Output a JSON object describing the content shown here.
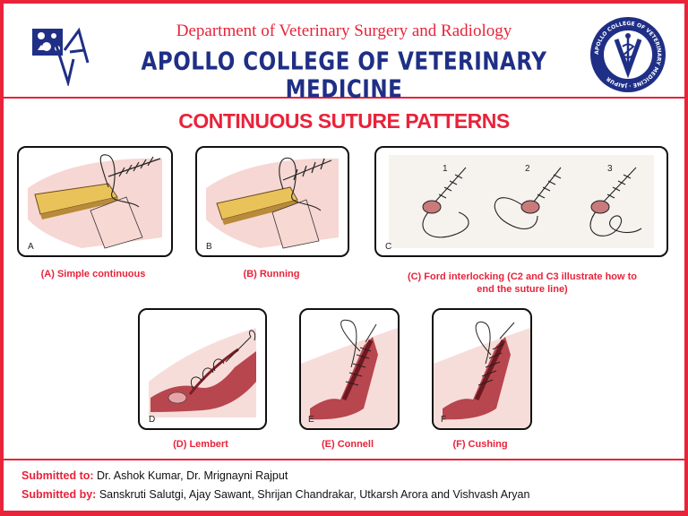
{
  "header": {
    "department": "Department of Veterinary Surgery and Radiology",
    "college": "APOLLO COLLEGE OF VETERINARY MEDICINE",
    "seal_text": "APOLLO COLLEGE OF VETERINARY MEDICINE · JAIPUR"
  },
  "title": "CONTINUOUS SUTURE PATTERNS",
  "panels": [
    {
      "letter": "A",
      "caption": "(A) Simple continuous"
    },
    {
      "letter": "B",
      "caption": "(B) Running"
    },
    {
      "letter": "C",
      "numbers": [
        "1",
        "2",
        "3"
      ],
      "caption_line1": "(C)  Ford interlocking (C2 and C3 illustrate how to",
      "caption_line2": "end the suture line)"
    },
    {
      "letter": "D",
      "caption": "(D) Lembert"
    },
    {
      "letter": "E",
      "caption": "(E) Connell"
    },
    {
      "letter": "F",
      "caption": "(F) Cushing"
    }
  ],
  "footer": {
    "submitted_to_label": "Submitted to:",
    "submitted_to": " Dr. Ashok Kumar, Dr. Mrignayni Rajput",
    "submitted_by_label": "Submitted by:",
    "submitted_by": " Sanskruti Salutgi, Ajay Sawant, Shrijan Chandrakar, Utkarsh Arora and Vishvash Aryan"
  },
  "colors": {
    "accent_red": "#e8233a",
    "navy": "#1f2f86",
    "tissue_pink": "#f2c6c0",
    "muscle_red": "#a8232e"
  }
}
